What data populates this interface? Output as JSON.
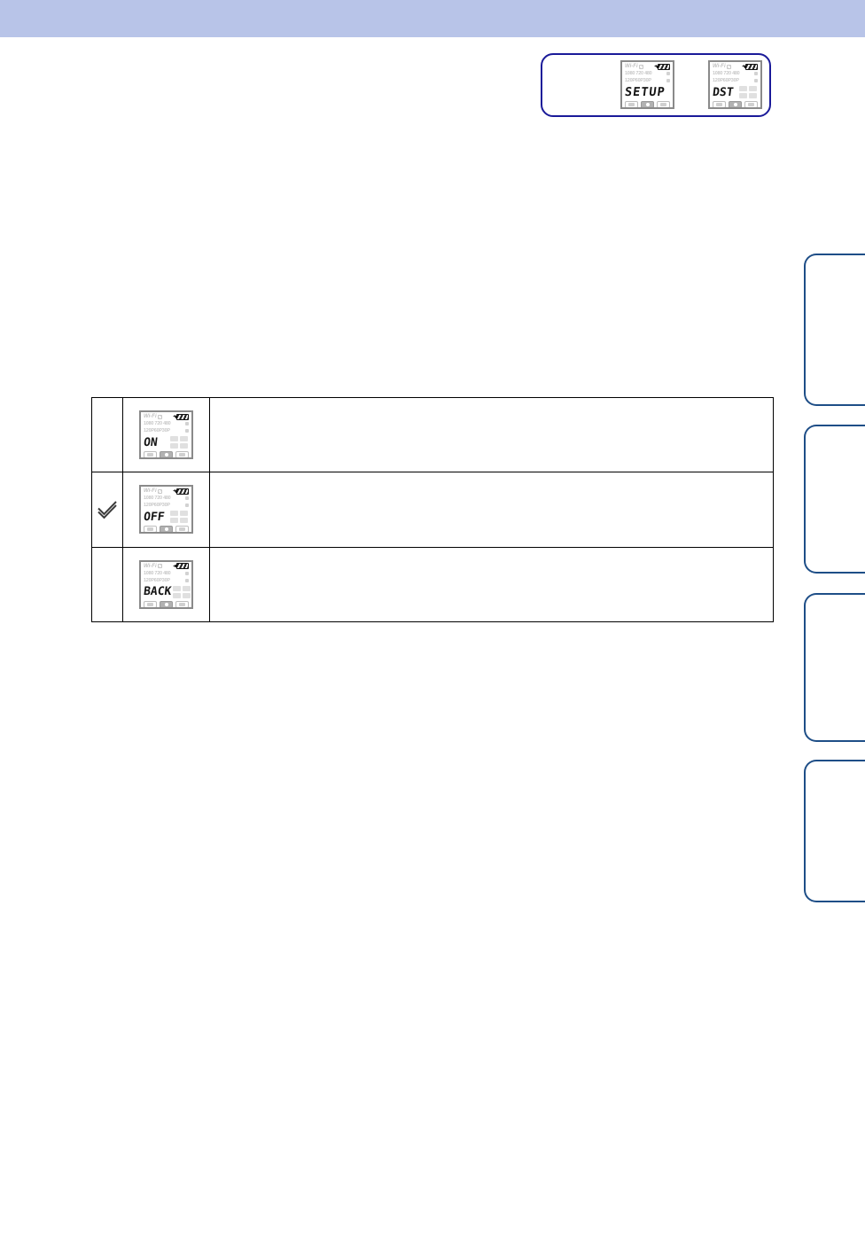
{
  "page": {
    "background": "#ffffff",
    "header": {
      "bg_color": "#b8c4e8"
    }
  },
  "callout": {
    "border_color": "#1a1a99",
    "screen_order": [
      "setup",
      "dst"
    ]
  },
  "lcd_common": {
    "wifi_label": "Wi-Fi",
    "resolution_row": "1080 720 480",
    "framerate_row": "120P60P30P",
    "status_icons": [
      "wifi-icon",
      "card-icon",
      "charge-icon",
      "battery-icon"
    ],
    "mode_buttons": [
      "loop-rec-button-icon",
      "camera-button-icon",
      "playback-button-icon"
    ]
  },
  "screens": {
    "setup": {
      "main_text": "SETUP",
      "show_inactive_digits": false
    },
    "dst": {
      "main_text": "DST",
      "show_inactive_digits": true
    },
    "on": {
      "main_text": "ON",
      "show_inactive_digits": true
    },
    "off": {
      "main_text": "OFF",
      "show_inactive_digits": true
    },
    "back": {
      "main_text": "BACK",
      "show_inactive_digits": true
    }
  },
  "table": {
    "border_color": "#000000",
    "selected_mark": "double-checkmark",
    "rows": [
      {
        "screen": "on",
        "selected": false,
        "description": ""
      },
      {
        "screen": "off",
        "selected": true,
        "description": ""
      },
      {
        "screen": "back",
        "selected": false,
        "description": ""
      }
    ]
  },
  "side_tabs": {
    "border_color": "#1e4e87",
    "items": [
      {
        "name": "side-tab-1"
      },
      {
        "name": "side-tab-2"
      },
      {
        "name": "side-tab-3"
      },
      {
        "name": "side-tab-4"
      }
    ]
  }
}
